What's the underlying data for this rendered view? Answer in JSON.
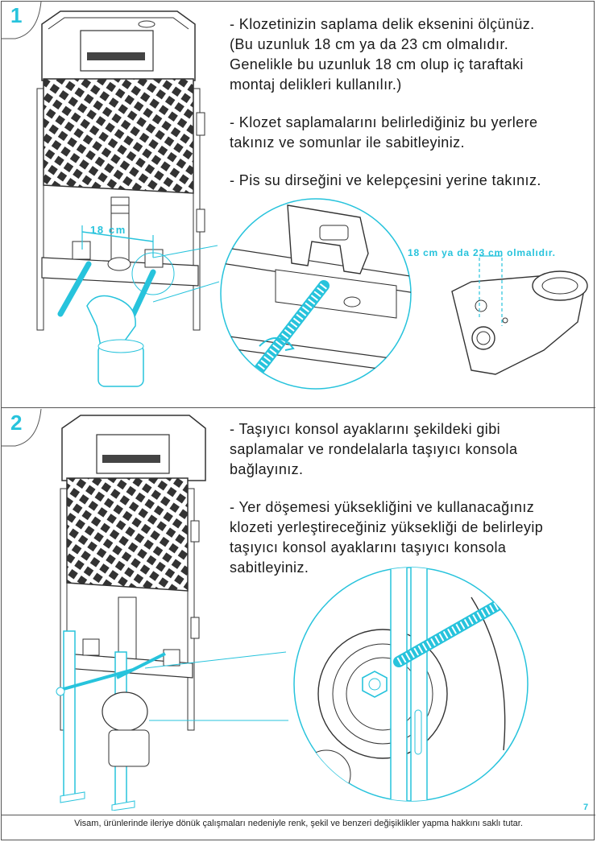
{
  "step1": {
    "number": "1",
    "paragraphs": [
      "- Klozetinizin saplama delik eksenini ölçünüz.\n(Bu uzunluk 18 cm ya da 23 cm olmalıdır.\nGenelikle bu uzunluk 18 cm olup iç taraftaki\nmontaj delikleri kullanılır.)",
      "- Klozet saplamalarını belirlediğiniz bu yerlere\ntakınız ve somunlar ile sabitleyiniz.",
      "- Pis su dirseğini ve kelepçesini yerine takınız."
    ],
    "frame_measure": "18 cm",
    "bowl_measure": "18 cm ya da 23 cm olmalıdır."
  },
  "step2": {
    "number": "2",
    "paragraphs": [
      "- Taşıyıcı konsol ayaklarını şekildeki gibi\nsaplamalar ve rondelalarla taşıyıcı konsola\nbağlayınız.",
      "- Yer döşemesi yüksekliğini ve kullanacağınız\nklozeti yerleştireceğiniz yüksekliği de belirleyip\ntaşıyıcı konsol ayaklarını taşıyıcı konsola\nsabitleyiniz."
    ]
  },
  "page_number": "7",
  "footer": "Visam, ürünlerinde ileriye dönük çalışmaları nedeniyle renk, şekil ve benzeri değişiklikler yapma hakkını saklı tutar.",
  "colors": {
    "accent": "#27c3dc",
    "line": "#333333",
    "frame": "#555555"
  }
}
